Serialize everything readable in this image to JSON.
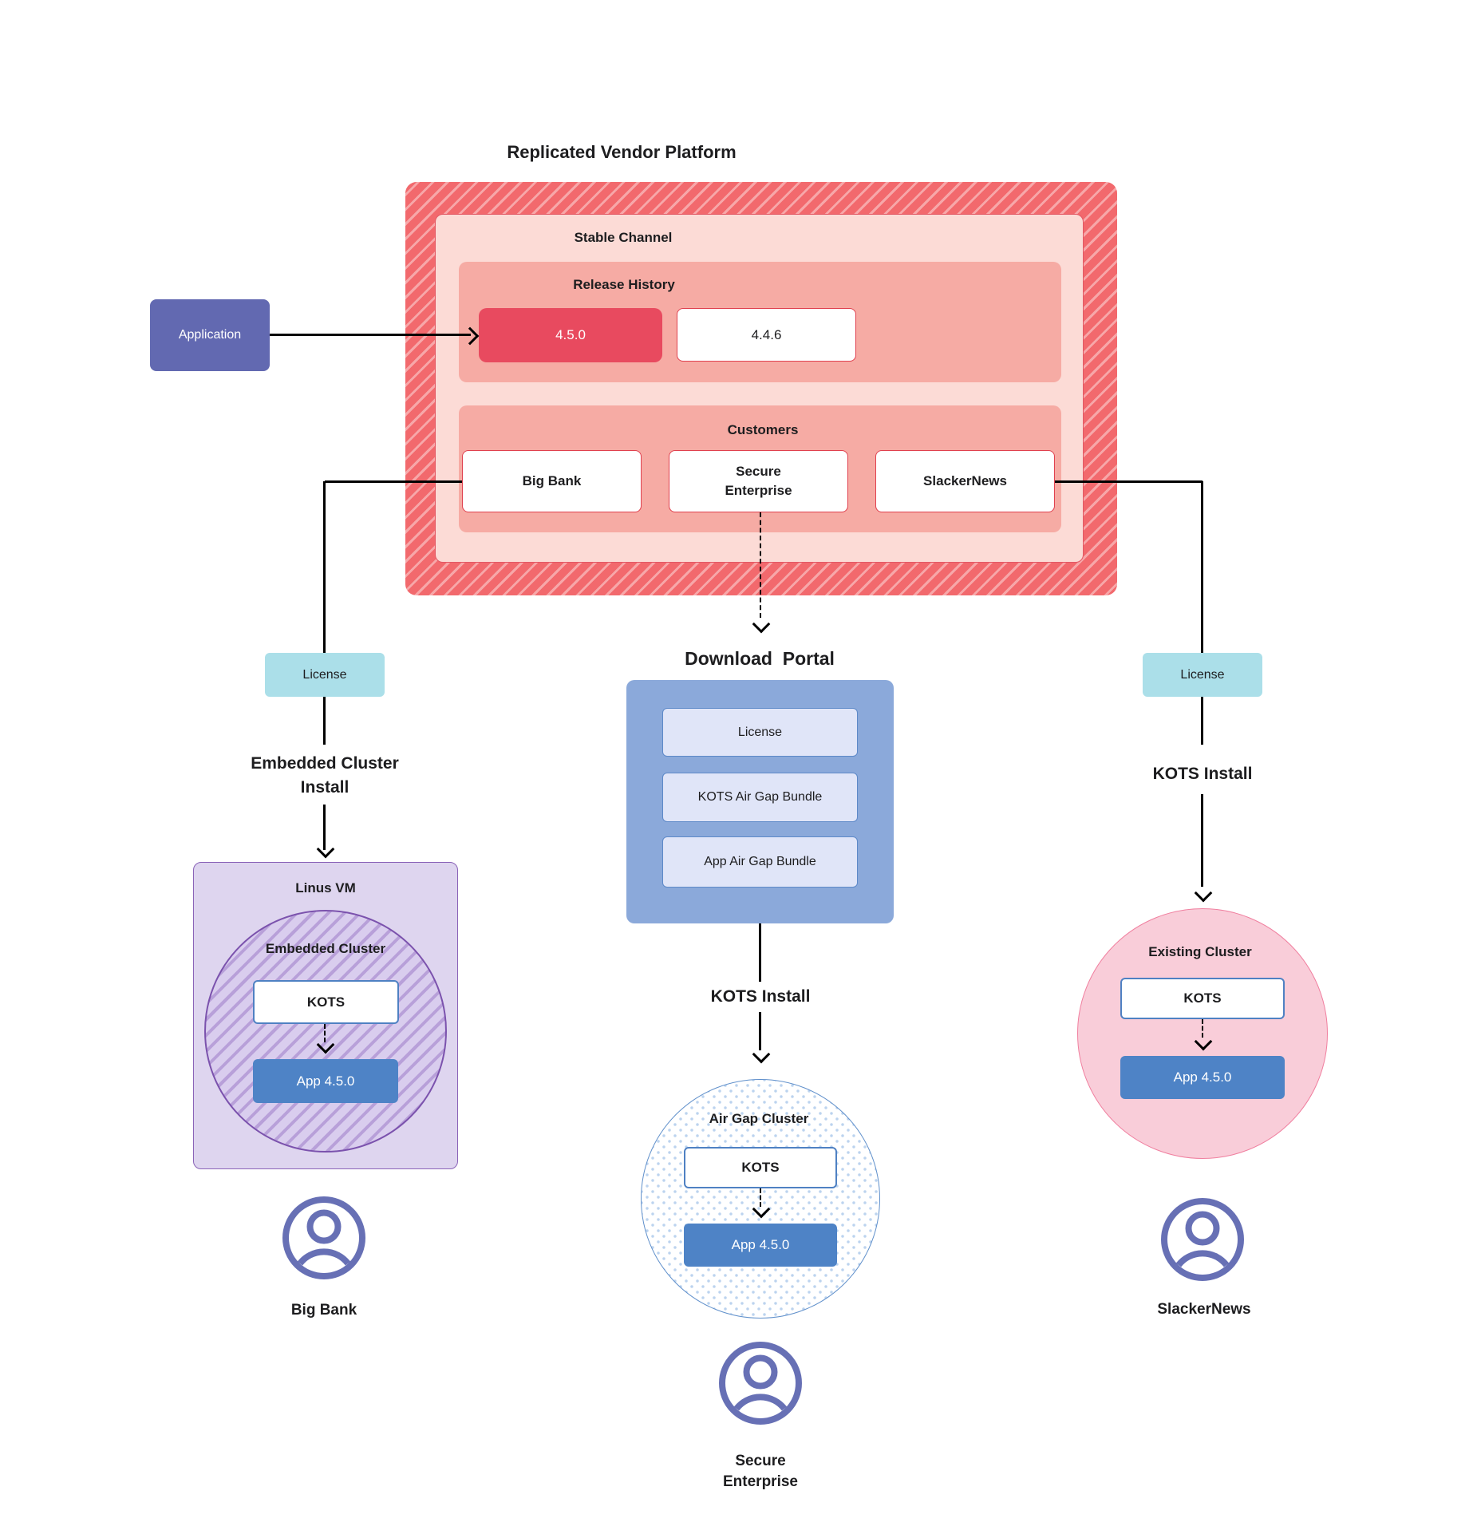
{
  "title": "Replicated Vendor Platform",
  "platform": {
    "stable_channel_label": "Stable Channel",
    "release_history_label": "Release History",
    "releases": [
      {
        "version": "4.5.0",
        "highlighted": true
      },
      {
        "version": "4.4.6",
        "highlighted": false
      }
    ],
    "customers_label": "Customers",
    "customers": [
      {
        "name": "Big Bank"
      },
      {
        "name": "Secure\nEnterprise"
      },
      {
        "name": "SlackerNews"
      }
    ]
  },
  "application_label": "Application",
  "download_portal": {
    "title": "Download  Portal",
    "items": [
      {
        "label": "License"
      },
      {
        "label": "KOTS Air Gap Bundle"
      },
      {
        "label": "App Air Gap Bundle"
      }
    ]
  },
  "flows": {
    "left": {
      "license": "License",
      "install_label": "Embedded Cluster\nInstall",
      "vm_label": "Linus VM",
      "cluster_label": "Embedded Cluster",
      "kots": "KOTS",
      "app": "App 4.5.0",
      "user": "Big Bank"
    },
    "middle": {
      "install_label": "KOTS Install",
      "cluster_label": "Air Gap Cluster",
      "kots": "KOTS",
      "app": "App 4.5.0",
      "user": "Secure\nEnterprise"
    },
    "right": {
      "license": "License",
      "install_label": "KOTS Install",
      "cluster_label": "Existing Cluster",
      "kots": "KOTS",
      "app": "App 4.5.0",
      "user": "SlackerNews"
    }
  },
  "colors": {
    "stripe_red": "#f2696d",
    "stripe_light": "#f7a7a9",
    "channel_bg": "#fcdbd6",
    "channel_border": "#e25864",
    "section_bg": "#f6aba4",
    "release_red": "#e84a5f",
    "box_border_red": "#e0414f",
    "application_bg": "#6269b1",
    "license_bg": "#abdfe9",
    "portal_bg": "#8ba9da",
    "portal_item_bg": "#e0e5f8",
    "portal_item_border": "#5d89c8",
    "vm_bg": "#ded5ef",
    "vm_border": "#8a63b8",
    "hatch_base": "#d9cdee",
    "hatch_stripe": "#b8a0d9",
    "hatch_border": "#7b52ad",
    "kots_border": "#4f81c3",
    "app_blue": "#4e83c6",
    "airgap_border": "#6090cb",
    "airgap_dot": "#bcd3ef",
    "existing_bg": "#f9cdd9",
    "existing_border": "#f07f9f",
    "person": "#6770b5",
    "text_dark": "#1d1d1f",
    "line_black": "#000000"
  }
}
